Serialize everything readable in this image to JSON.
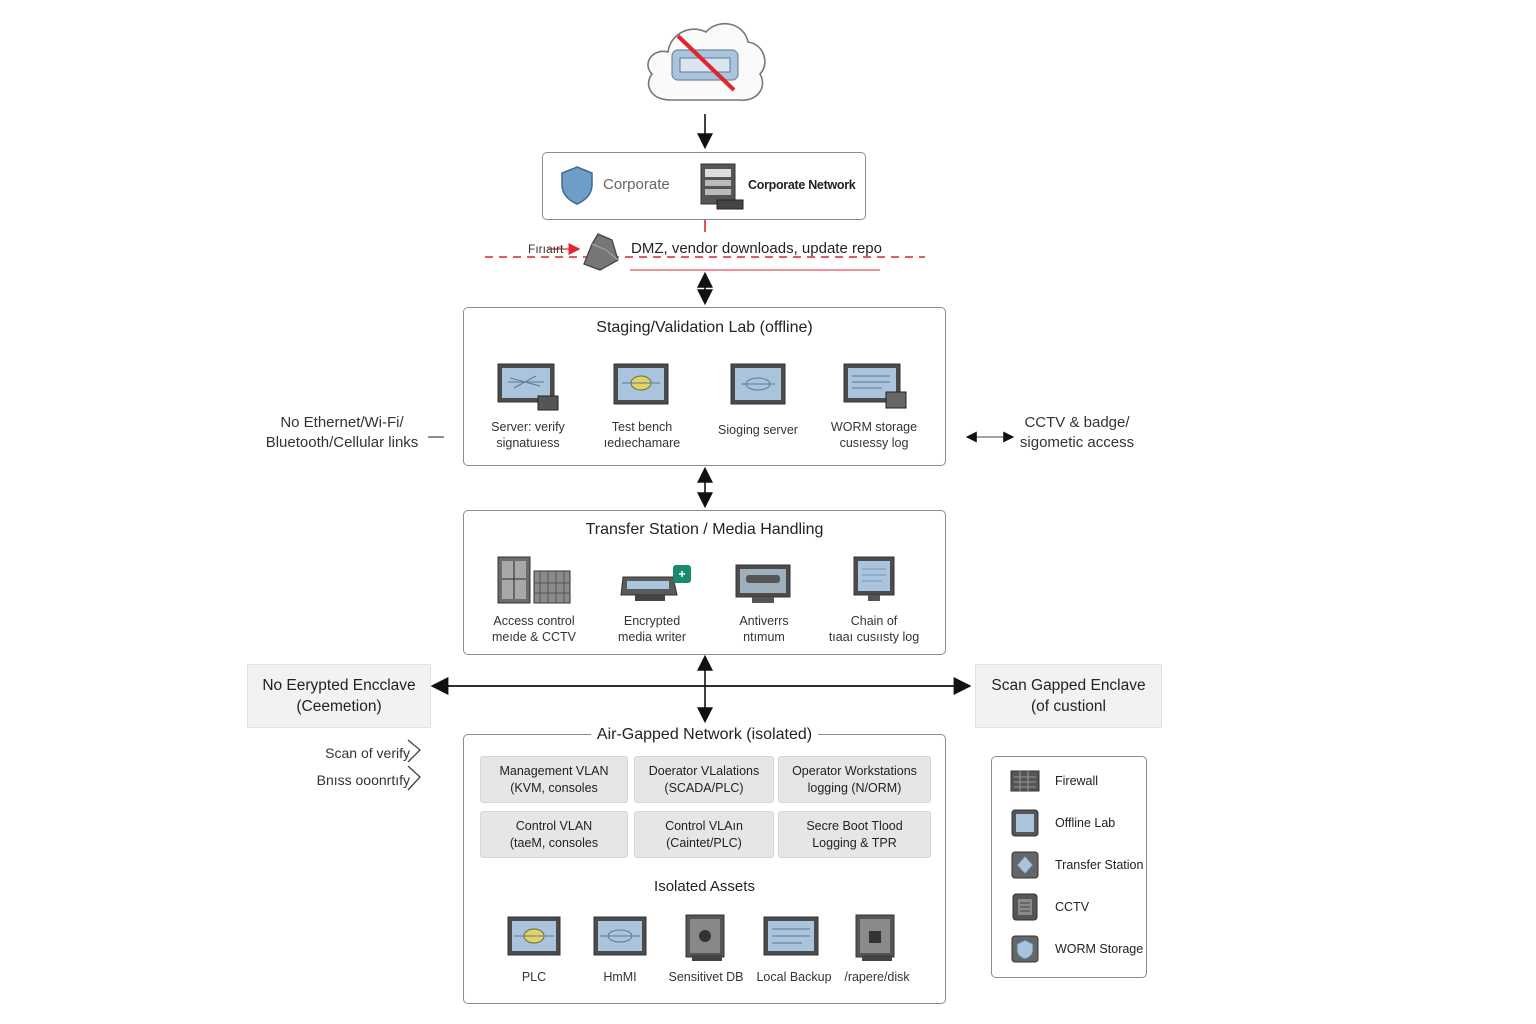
{
  "corporate": {
    "shield_text": "Corporate",
    "network_label": "Corporate Network"
  },
  "firewall": {
    "left_label": "Fırıaırt",
    "dmz_label": "DMZ, vendor downloads, update repo"
  },
  "staging": {
    "title": "Staging/Validation Lab (offline)",
    "items": [
      {
        "line1": "Server: verify",
        "line2": "signatuıess"
      },
      {
        "line1": "Test bench",
        "line2": "ıedıechamare"
      },
      {
        "line1": "Sioging server",
        "line2": ""
      },
      {
        "line1": "WORM storage",
        "line2": "cusıessy log"
      }
    ]
  },
  "side_notes": {
    "left": {
      "line1": "No Ethernet/Wi-Fi/",
      "line2": "Bluetooth/Cellular links"
    },
    "right": {
      "line1": "CCTV & badge/",
      "line2": "sigometic access"
    }
  },
  "transfer": {
    "title": "Transfer Station / Media Handling",
    "items": [
      {
        "line1": "Access control",
        "line2": "meıde & CCTV"
      },
      {
        "line1": "Encrypted",
        "line2": "media writer"
      },
      {
        "line1": "Antiverrs",
        "line2": "ntımum"
      },
      {
        "line1": "Chain of",
        "line2": "tıaaı cusıısty log"
      }
    ]
  },
  "enclaves": {
    "left": {
      "line1": "No Eerypted Encclave",
      "line2": "(Ceemetion)"
    },
    "right": {
      "line1": "Scan Gapped Enclave",
      "line2": "(of custionl"
    }
  },
  "scan_notes": {
    "line1": "Scan of verify",
    "line2": "Bnıss ooonrtıfy"
  },
  "airgap": {
    "title": "Air-Gapped Network (isolated)",
    "vlans": [
      {
        "line1": "Management VLAN",
        "line2": "(KVM, consoles"
      },
      {
        "line1": "Doerator VLalations",
        "line2": "(SCADA/PLC)"
      },
      {
        "line1": "Operator Workstations",
        "line2": "logging (N/ORM)"
      },
      {
        "line1": "Control VLAN",
        "line2": "(taeM, consoles"
      },
      {
        "line1": "Control VLAın",
        "line2": "(Caintet/PLC)"
      },
      {
        "line1": "Secre Boot Tlood",
        "line2": "Logging & TPR"
      }
    ],
    "assets_title": "Isolated Assets",
    "assets": [
      "PLC",
      "HmMI",
      "Sensitivet DB",
      "Local Backup",
      "/rapere/disk"
    ]
  },
  "legend": {
    "items": [
      {
        "label": "Firewall",
        "icon": "firewall-icon"
      },
      {
        "label": "Offline Lab",
        "icon": "offline-lab-icon"
      },
      {
        "label": "Transfer Station",
        "icon": "transfer-station-icon"
      },
      {
        "label": "CCTV",
        "icon": "cctv-icon"
      },
      {
        "label": "WORM Storage",
        "icon": "worm-storage-icon"
      }
    ]
  },
  "colors": {
    "accent_red": "#e0262c",
    "screen_blue": "#a9c4dc",
    "border_gray": "#8c8c8c",
    "badge_green": "#1a8a6e"
  }
}
